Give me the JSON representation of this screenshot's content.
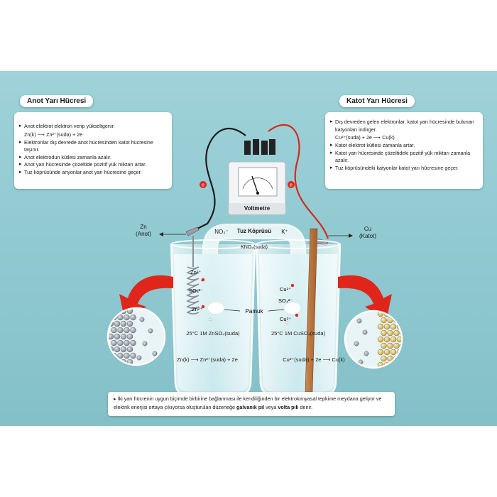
{
  "anode": {
    "title": "Anot Yarı Hücresi",
    "items": [
      "Anot elektrot elektron verip yükseltgenir.",
      "Elektronlar dış devrede anot hücresinden katot hücresine taşınır.",
      "Anot elektrodun kütlesi zamanla azalır.",
      "Anot yarı hücresinde çözeltide pozitif yük miktarı artar.",
      "Tuz köprüsünde anyonlar anot yarı hücresine geçer."
    ],
    "reaction": "Zn(k) ⟶ Zn²⁺(suda) + 2e",
    "label": "Zn",
    "label_role": "(Anot)",
    "ion_upper": "Zn²⁺",
    "ion_lower": "Zn²⁺",
    "anion": "SO₄²⁻",
    "condition": "25°C  1M ZnSO₄(suda)",
    "bottom_reaction": "Zn(k) ⟶ Zn²⁺(suda) + 2e"
  },
  "cathode": {
    "title": "Katot Yarı Hücresi",
    "items": [
      "Dış devreden gelen elektronlar, katot yarı hücresinde bulunan katyonları indirger.",
      "Katot elektrot kütlesi zamanla artar.",
      "Katot yarı hücresinde çözeltideki pozitif yük miktarı zamanla azalır.",
      "Tuz köprüsündeki katyonlar katot yarı hücresine geçer."
    ],
    "reaction": "Cu²⁺(suda) + 2e ⟶ Cu(k)",
    "label": "Cu",
    "label_role": "(Katot)",
    "ion_upper": "Cu²⁺",
    "ion_lower": "Cu²⁺",
    "anion": "SO₄²⁻",
    "condition": "25°C  1M CuSO₄(suda)",
    "bottom_reaction": "Cu²⁺(suda) + 2e ⟶ Cu(k)"
  },
  "voltmeter": {
    "label": "Voltmetre"
  },
  "electron_symbol": "e",
  "salt_bridge": {
    "title": "Tuz Köprüsü",
    "anion": "NO₃⁻",
    "cation": "K⁺",
    "formula": "KNO₃(suda)",
    "plug_label": "Pamuk"
  },
  "footer": {
    "text_before": "İki yarı hücrenin uygun biçimde birbirine bağlanması ile kendiliğinden bir elektrokimyasal tepkime meydana geliyor ve elektrik enerjisi ortaya çıkıyorsa oluşturulan düzeneğe",
    "term1": "galvanik pil",
    "connector": "veya",
    "term2": "volta pili",
    "text_after": "denir."
  },
  "colors": {
    "background": "#8ec7cf",
    "arrow_red": "#e0261b",
    "wire_red": "#d42a20",
    "wire_black": "#1b1b1b",
    "zinc": "#9aa0a6",
    "copper": "#b87333"
  }
}
